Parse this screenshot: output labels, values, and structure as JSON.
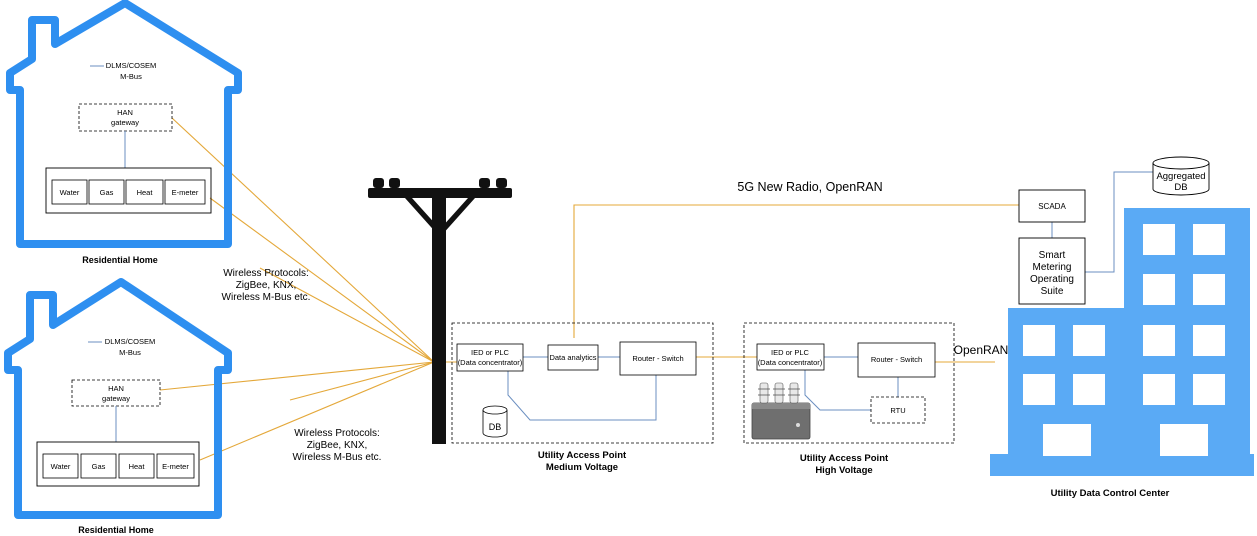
{
  "colors": {
    "house_blue": "#2e8ff0",
    "building_blue": "#5aaaf5",
    "link_orange": "#e4a83a",
    "internal_blue": "#6b8fc0"
  },
  "house1": {
    "protocol_line1": "DLMS/COSEM",
    "protocol_line2": "M-Bus",
    "han_line1": "HAN",
    "han_line2": "gateway",
    "meters": [
      "Water",
      "Gas",
      "Heat",
      "E-meter"
    ],
    "caption": "Residential Home"
  },
  "house2": {
    "protocol_line1": "DLMS/COSEM",
    "protocol_line2": "M-Bus",
    "han_line1": "HAN",
    "han_line2": "gateway",
    "meters": [
      "Water",
      "Gas",
      "Heat",
      "E-meter"
    ],
    "caption": "Residential Home"
  },
  "wireless1": [
    "Wireless Protocols:",
    "ZigBee, KNX,",
    "Wireless M-Bus etc."
  ],
  "wireless2": [
    "Wireless Protocols:",
    "ZigBee, KNX,",
    "Wireless M-Bus etc."
  ],
  "network_label": "5G New Radio, OpenRAN",
  "openran_label": "OpenRAN",
  "mv": {
    "ied_line1": "IED or PLC",
    "ied_line2": "(Data concentrator)",
    "analytics": "Data analytics",
    "router": "Router - Switch",
    "db": "DB",
    "caption_line1": "Utility Access Point",
    "caption_line2": "Medium Voltage"
  },
  "hv": {
    "ied_line1": "IED or PLC",
    "ied_line2": "(Data concentrator)",
    "router": "Router - Switch",
    "rtu": "RTU",
    "caption_line1": "Utility Access Point",
    "caption_line2": "High Voltage"
  },
  "control": {
    "scada": "SCADA",
    "sms_lines": [
      "Smart",
      "Metering",
      "Operating",
      "Suite"
    ],
    "db_line1": "Aggregated",
    "db_line2": "DB",
    "caption": "Utility Data Control Center"
  }
}
